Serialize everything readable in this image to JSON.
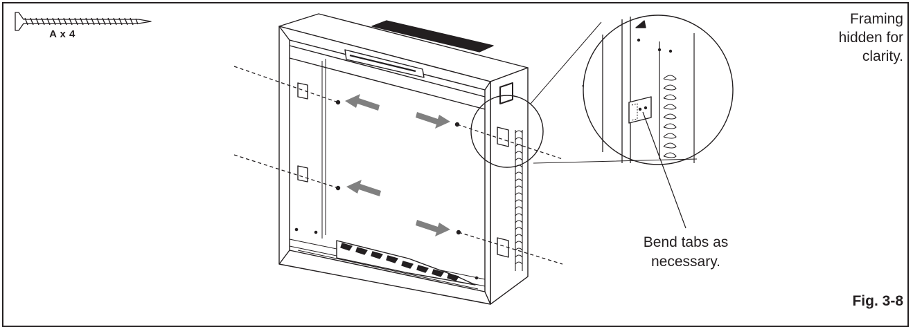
{
  "hardware": {
    "quantity_label": "A x 4"
  },
  "notes": {
    "framing_lines": [
      "Framing",
      "hidden for",
      "clarity."
    ],
    "bend_tabs_lines": [
      "Bend tabs as",
      "necessary."
    ]
  },
  "figure": {
    "label": "Fig. 3-8"
  },
  "colors": {
    "line": "#231f20",
    "arrow": "#808080"
  }
}
